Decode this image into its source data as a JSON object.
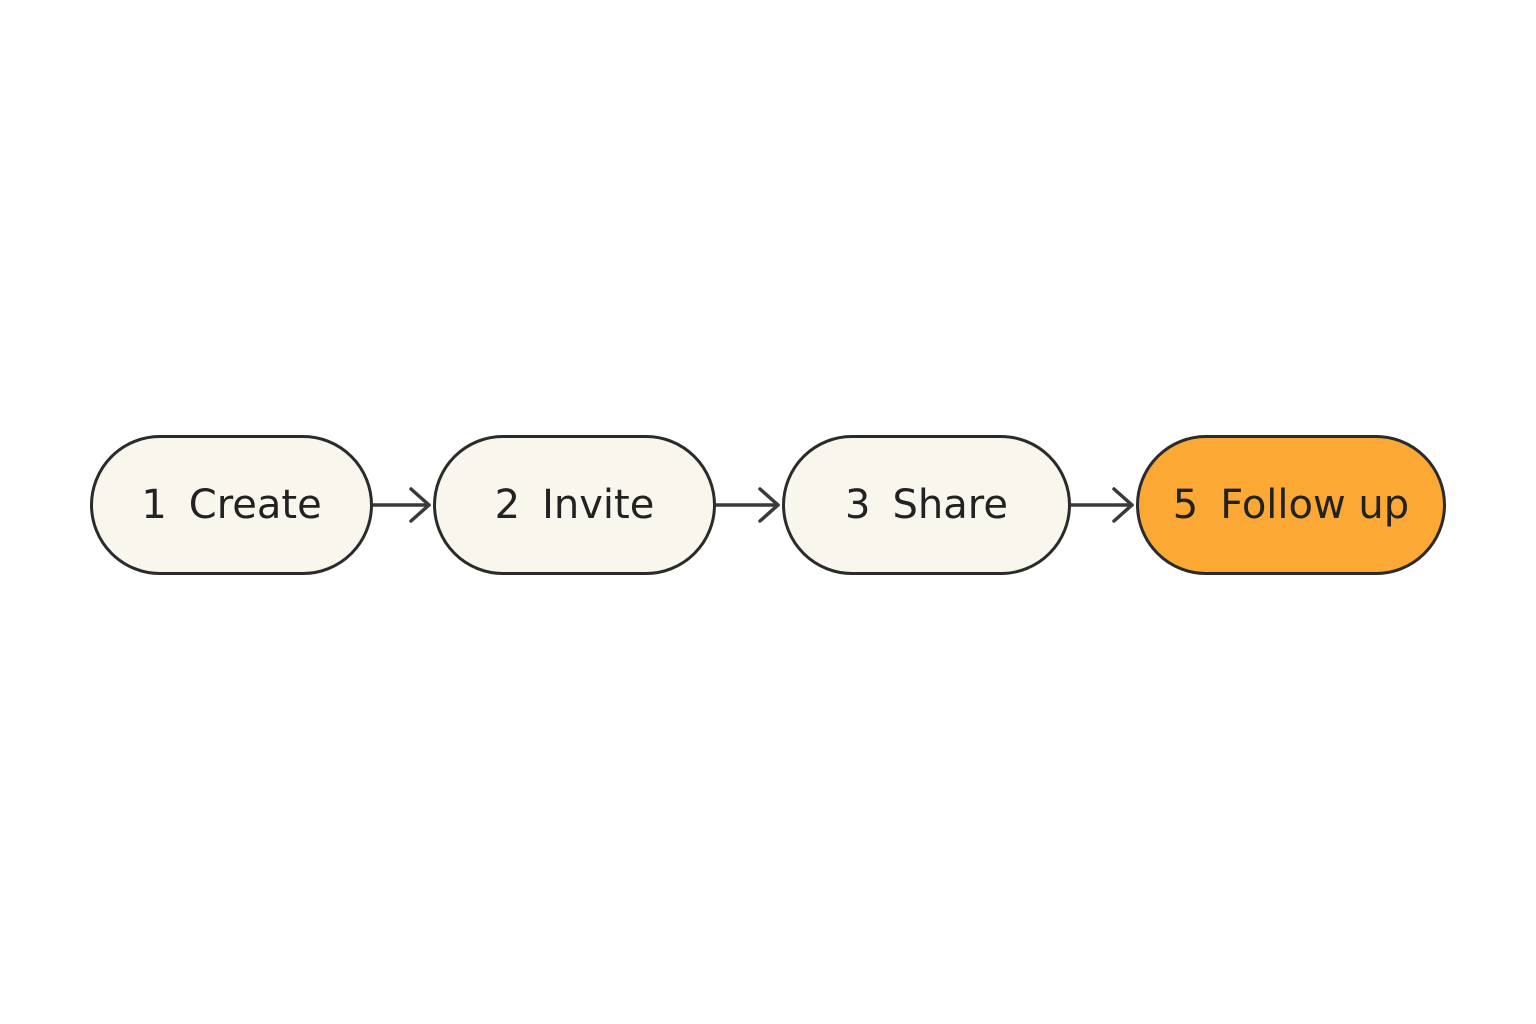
{
  "colors": {
    "default_fill": "#f8f6ed",
    "highlight_fill": "#fba835",
    "stroke": "#2b2b2b",
    "text": "#222222"
  },
  "steps": [
    {
      "number": "1",
      "label": "Create",
      "highlighted": false
    },
    {
      "number": "2",
      "label": "Invite",
      "highlighted": false
    },
    {
      "number": "3",
      "label": "Share",
      "highlighted": false
    },
    {
      "number": "5",
      "label": "Follow up",
      "highlighted": true
    }
  ]
}
